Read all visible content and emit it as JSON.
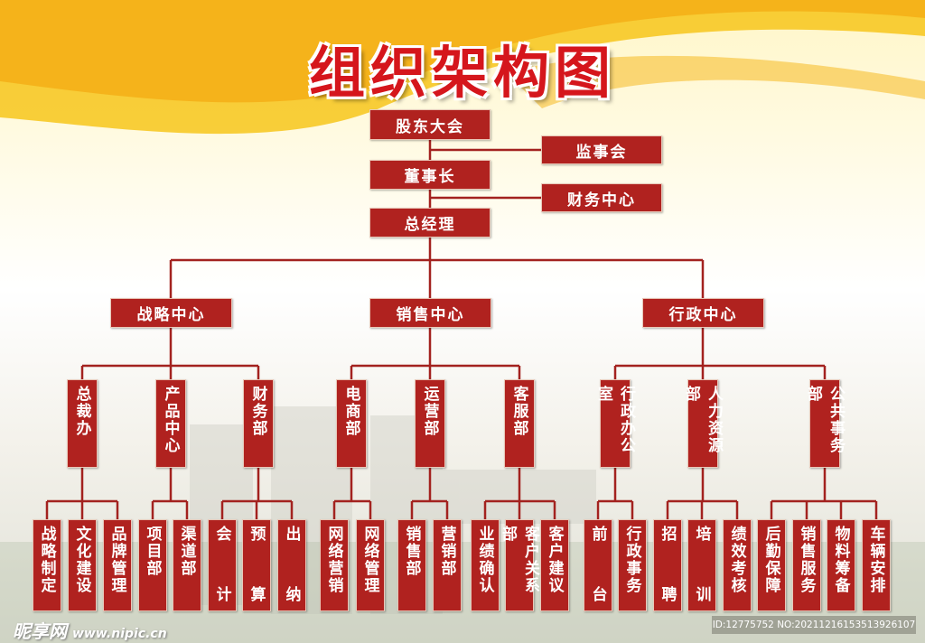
{
  "title": "组织架构图",
  "top": {
    "shareholders": "股东大会",
    "board_chair": "董事长",
    "general_manager": "总经理",
    "supervisors": "监事会",
    "finance_center": "财务中心"
  },
  "centers": [
    {
      "label": "战略中心",
      "departments": [
        {
          "label": "总裁办",
          "units": [
            "战略制定",
            "文化建设",
            "品牌管理"
          ]
        },
        {
          "label": "产品中心",
          "units": [
            "项目部",
            "渠道部"
          ]
        },
        {
          "label": "财务部",
          "units": [
            "会计",
            "预算",
            "出纳"
          ]
        }
      ]
    },
    {
      "label": "销售中心",
      "departments": [
        {
          "label": "电商部",
          "units": [
            "网络营销",
            "网络管理"
          ]
        },
        {
          "label": "运营部",
          "units": [
            "销售部",
            "营销部"
          ]
        },
        {
          "label": "客服部",
          "units": [
            "业绩确认",
            "客户关系部",
            "客户建议"
          ]
        }
      ]
    },
    {
      "label": "行政中心",
      "departments": [
        {
          "label": "行政办公室",
          "units": [
            "前台",
            "行政事务"
          ]
        },
        {
          "label": "人力资源部",
          "units": [
            "招聘",
            "培训",
            "绩效考核"
          ]
        },
        {
          "label": "公共事务部",
          "units": [
            "后勤保障",
            "销售服务",
            "物料筹备",
            "车辆安排"
          ]
        }
      ]
    }
  ],
  "watermark": {
    "brand": "昵享网",
    "url": "www.nipic.cn",
    "id_text": "ID:12775752 NO:20211216153513926107"
  },
  "colors": {
    "box": "#b0221f",
    "line": "#a3221f",
    "title": "#d5161c"
  }
}
